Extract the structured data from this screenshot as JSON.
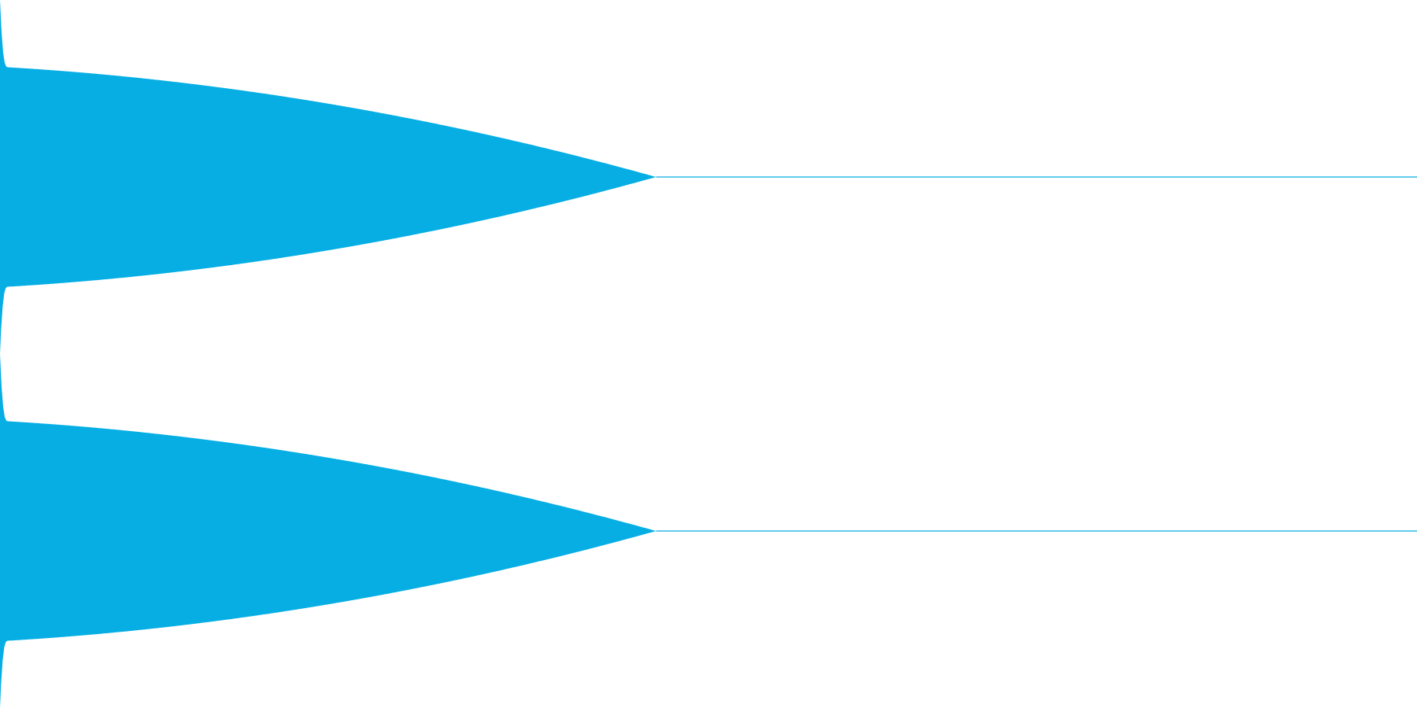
{
  "waveform": {
    "color": "#06aee4",
    "background": "#ffffff",
    "channels": [
      {
        "id": "channel-1"
      },
      {
        "id": "channel-2"
      }
    ],
    "envelope": {
      "attack_peak": 1.0,
      "sustain_level": 0.62,
      "decay_end_fraction": 0.463
    }
  }
}
